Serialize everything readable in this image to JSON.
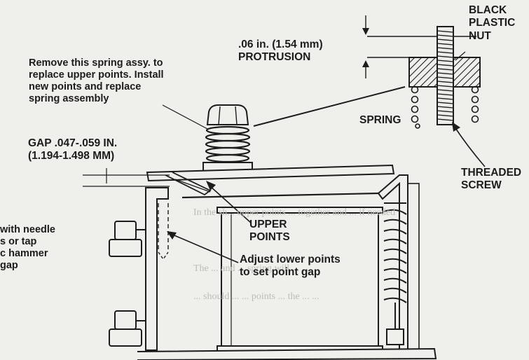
{
  "labels": {
    "protrusion_line1": ".06 in. (1.54 mm)",
    "protrusion_line2": "PROTRUSION",
    "nut_line1": "BLACK",
    "nut_line2": "PLASTIC",
    "nut_line3": "NUT",
    "spring": "SPRING",
    "screw_line1": "THREADED",
    "screw_line2": "SCREW",
    "remove_line1": "Remove this spring assy. to",
    "remove_line2": "replace upper points. Install",
    "remove_line3": "new points and replace",
    "remove_line4": "spring assembly",
    "gap_line1": "GAP .047-.059 IN.",
    "gap_line2": "(1.194-1.498 MM)",
    "upper_points_line1": "UPPER",
    "upper_points_line2": "POINTS",
    "adjust_line1": "Adjust lower points",
    "adjust_line2": "to set point gap",
    "needle_line1": "with needle",
    "needle_line2": "s or tap",
    "needle_line3": "c hammer",
    "needle_line4": "gap"
  },
  "bleed_through": {
    "line1": "In the sh... upper points ... together and ... if needed",
    "line2": "The ... and ... spring will ... ...",
    "line3": "... should ... ... points ... the ... ..."
  },
  "colors": {
    "paper": "#efefeb",
    "ink": "#1c1c1c",
    "ghost_text": "#bdbdb8"
  }
}
